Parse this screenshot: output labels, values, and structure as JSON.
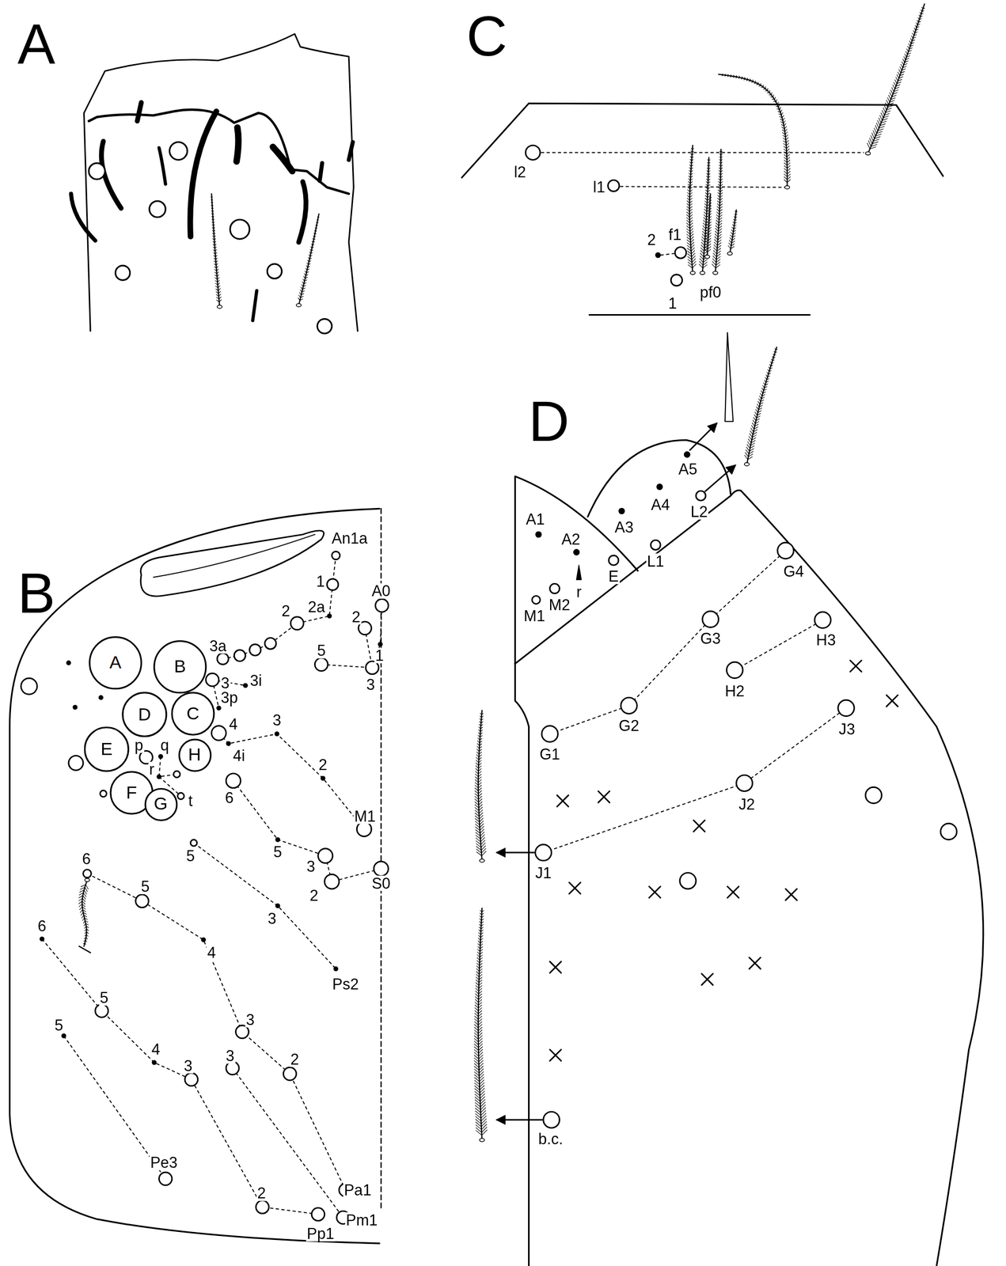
{
  "diagram": {
    "nodes": [
      {
        "text": [
          "A"
        ]
      },
      {
        "text": [
          "B"
        ]
      },
      {
        "text": [
          "C"
        ]
      },
      {
        "text": [
          "D"
        ]
      },
      {
        "text": [
          "E"
        ]
      },
      {
        "text": [
          "F"
        ]
      },
      {
        "text": [
          "G"
        ]
      },
      {
        "text": [
          "H"
        ]
      }
    ],
    "labels": [
      "A",
      "C",
      "l2",
      "l1",
      "2",
      "f1",
      "pf0",
      "1",
      "B",
      "An1a",
      "1",
      "A0",
      "2a",
      "2",
      "2",
      "3a",
      "5",
      "1",
      "3",
      "3",
      "3i",
      "3p",
      "4",
      "3",
      "4i",
      "p",
      "q",
      "r",
      "t",
      "6",
      "2",
      "M1",
      "5",
      "3",
      "5",
      "2",
      "S0",
      "6",
      "5",
      "3",
      "4",
      "Ps2",
      "6",
      "5",
      "3",
      "5",
      "4",
      "3",
      "2",
      "3",
      "Pe3",
      "Pa1",
      "2",
      "Pp1",
      "Pm1",
      "D",
      "A5",
      "L2",
      "A4",
      "A3",
      "A1",
      "L1",
      "A2",
      "E",
      "r",
      "M2",
      "M1",
      "G4",
      "G3",
      "H3",
      "H2",
      "G2",
      "J3",
      "G1",
      "J2",
      "J1",
      "b.c."
    ]
  }
}
